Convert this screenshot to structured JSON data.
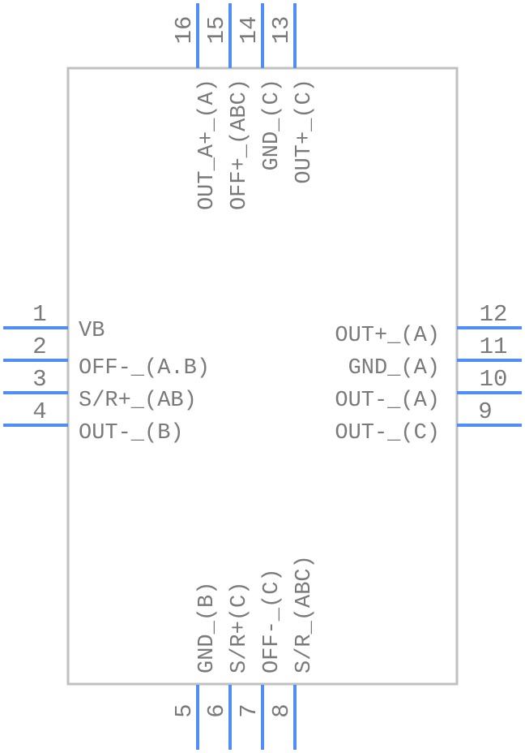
{
  "colors": {
    "body_outline": "#c0c0c0",
    "pin": "#4f8ef7",
    "text": "#7a7a7a",
    "background": "#ffffff"
  },
  "pins_left": [
    {
      "number": "1",
      "name": "VB"
    },
    {
      "number": "2",
      "name": "OFF-_(A.B)"
    },
    {
      "number": "3",
      "name": "S/R+_(AB)"
    },
    {
      "number": "4",
      "name": "OUT-_(B)"
    }
  ],
  "pins_right": [
    {
      "number": "12",
      "name": "OUT+_(A)"
    },
    {
      "number": "11",
      "name": "GND_(A)"
    },
    {
      "number": "10",
      "name": "OUT-_(A)"
    },
    {
      "number": "9",
      "name": "OUT-_(C)"
    }
  ],
  "pins_top": [
    {
      "number": "16",
      "name": "OUT_A+_(A)"
    },
    {
      "number": "15",
      "name": "OFF+_(ABC)"
    },
    {
      "number": "14",
      "name": "GND_(C)"
    },
    {
      "number": "13",
      "name": "OUT+_(C)"
    }
  ],
  "pins_bottom": [
    {
      "number": "5",
      "name": "GND_(B)"
    },
    {
      "number": "6",
      "name": "S/R+(C)"
    },
    {
      "number": "7",
      "name": "OFF-_(C)"
    },
    {
      "number": "8",
      "name": "S/R_(ABC)"
    }
  ]
}
